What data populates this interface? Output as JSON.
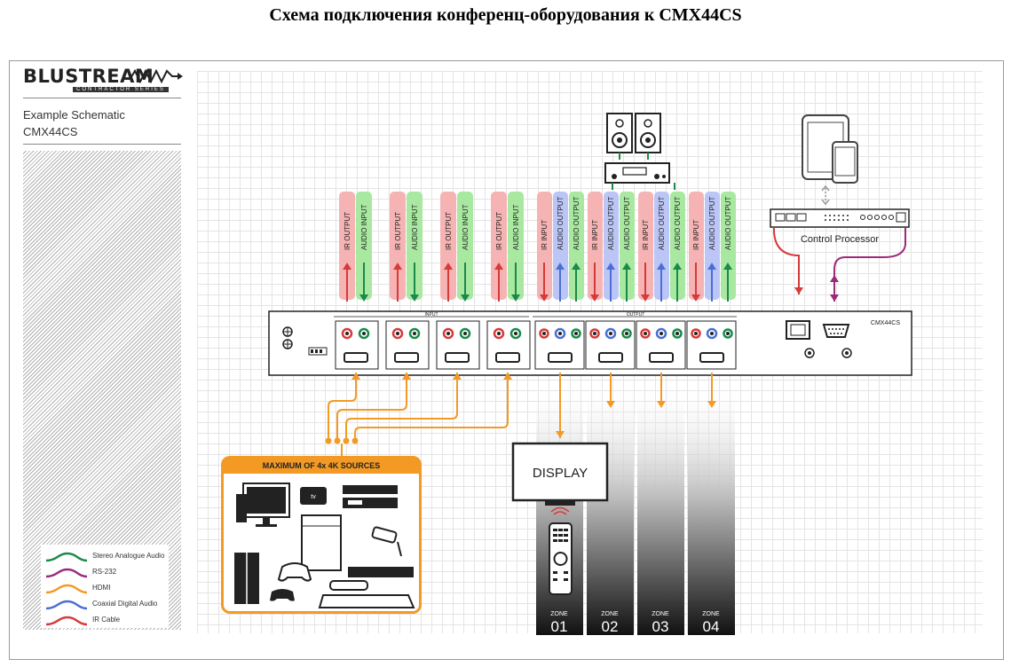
{
  "page_title": "Схема подключения конференц-оборудования к CMX44CS",
  "logo": {
    "text": "BLUSTREAM",
    "sub": "CONTRACTOR SERIES"
  },
  "schematic": {
    "line1": "Example Schematic",
    "line2": "CMX44CS"
  },
  "device": {
    "name": "CMX44CS",
    "input_label": "INPUT",
    "output_label": "OUTPUT"
  },
  "arrow_labels": {
    "ir_output": "IR OUTPUT",
    "audio_input": "AUDIO INPUT",
    "ir_input": "IR INPUT",
    "audio_output": "AUDIO OUTPUT"
  },
  "control_processor": "Control Processor",
  "sources": {
    "header": "MAXIMUM OF 4x 4K SOURCES"
  },
  "display": "DISPLAY",
  "zones": [
    {
      "label": "ZONE",
      "number": "01"
    },
    {
      "label": "ZONE",
      "number": "02"
    },
    {
      "label": "ZONE",
      "number": "03"
    },
    {
      "label": "ZONE",
      "number": "04"
    }
  ],
  "legend": [
    {
      "label": "Stereo Analogue Audio",
      "color": "#1a8a4a"
    },
    {
      "label": "RS-232",
      "color": "#9b2a7a"
    },
    {
      "label": "HDMI",
      "color": "#f39a24"
    },
    {
      "label": "Coaxial Digital Audio",
      "color": "#4a6fd4"
    },
    {
      "label": "IR Cable",
      "color": "#d63a3a"
    }
  ]
}
